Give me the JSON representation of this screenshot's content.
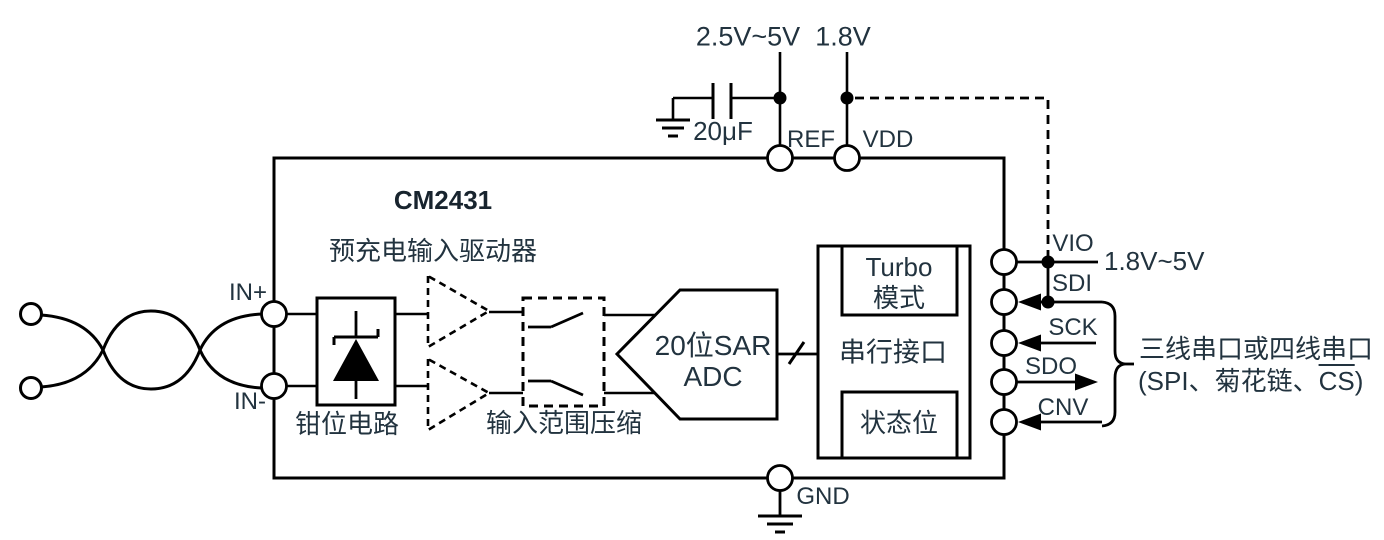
{
  "colors": {
    "line": "#000000",
    "text": "#22333f",
    "background": "#ffffff"
  },
  "chip": {
    "name": "CM2431"
  },
  "power": {
    "ref_supply": "2.5V~5V",
    "vdd_supply": "1.8V",
    "cap_value": "20μF",
    "vio_supply": "1.8V~5V"
  },
  "pins": {
    "ref": "REF",
    "vdd": "VDD",
    "gnd": "GND",
    "in_plus": "IN+",
    "in_minus": "IN-",
    "vio": "VIO",
    "sdi": "SDI",
    "sck": "SCK",
    "sdo": "SDO",
    "cnv": "CNV"
  },
  "blocks": {
    "precharge_driver": "预充电输入驱动器",
    "clamp_circuit": "钳位电路",
    "range_compression": "输入范围压缩",
    "adc_line1": "20位SAR",
    "adc_line2": "ADC",
    "turbo_line1": "Turbo",
    "turbo_line2": "模式",
    "serial_interface": "串行接口",
    "status_bits": "状态位"
  },
  "notes": {
    "serial_modes_line1": "三线串口或四线串口",
    "serial_modes_line2_prefix": "(SPI、菊花链、",
    "serial_modes_cs": "CS",
    "serial_modes_line2_suffix": ")"
  }
}
